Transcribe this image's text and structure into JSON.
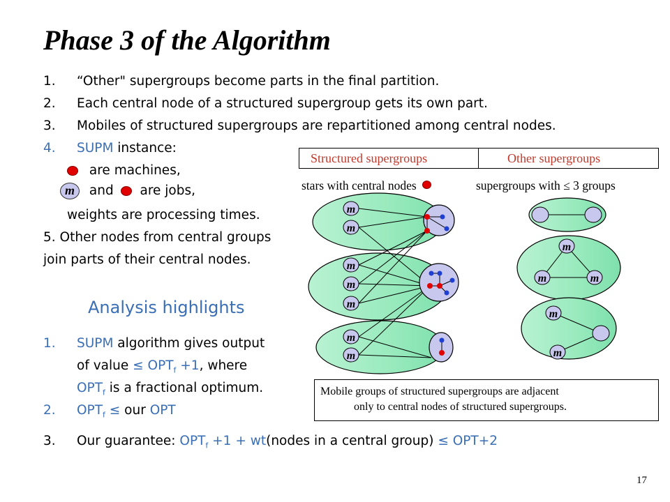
{
  "title": "Phase 3 of the Algorithm",
  "list1": [
    {
      "num": "1.",
      "text": "“Other\" supergroups become parts in the final partition."
    },
    {
      "num": "2.",
      "text": "Each central node of a structured supergroup gets its own part."
    },
    {
      "num": "3.",
      "text": "Mobiles of structured supergroups are repartitioned among central nodes."
    }
  ],
  "item4": {
    "num": "4.",
    "term": "SUPM",
    "rest": " instance:"
  },
  "machines_text": "are machines,",
  "jobs_mid": "and",
  "jobs_end": "are jobs,",
  "m_glyph": "m",
  "weights_text": "weights are processing times.",
  "item5_line1": "5.  Other nodes from central groups",
  "item5_line2": "join parts of their central nodes.",
  "analysis_heading": "Analysis highlights",
  "analysis": {
    "a1_num": "1.",
    "a1_term": "SUPM",
    "a1_rest": " algorithm gives output",
    "a1_line2_pre": "of value ",
    "a1_line2_expr": "≤ OPT",
    "a1_sub": "f",
    "a1_line2_tail": " +1",
    "a1_line2_end": ", where",
    "a1_line3_term": "OPT",
    "a1_line3_sub": "f",
    "a1_line3_rest": " is a fractional optimum.",
    "a2_num": "2.",
    "a2_term": "OPT",
    "a2_sub": "f",
    "a2_mid": " ≤ ",
    "a2_end": "our ",
    "a2_opt": "OPT",
    "a3_num": "3.",
    "a3_pre": "Our guarantee: ",
    "a3_opt": "OPT",
    "a3_sub": "f",
    "a3_plus": " +1 + ",
    "a3_wt": "wt",
    "a3_paren": "(nodes in a central group) ",
    "a3_bound": "≤ OPT+2"
  },
  "diagram": {
    "header_left": "Structured supergroups",
    "header_right": "Other supergroups",
    "sub_left": "stars with central nodes",
    "sub_right": "supergroups with ≤ 3 groups",
    "caption_line1": "Mobile groups of structured supergroups are adjacent",
    "caption_line2": "only to central nodes of structured supergroups."
  },
  "colors": {
    "accent_blue": "#3a6fb5",
    "header_red": "#c0392b",
    "ellipse_green": "#8ee6b8",
    "node_fill": "#c8c8ee",
    "central_red": "#e00000",
    "central_blue": "#1f3fd1"
  },
  "page_number": "17"
}
